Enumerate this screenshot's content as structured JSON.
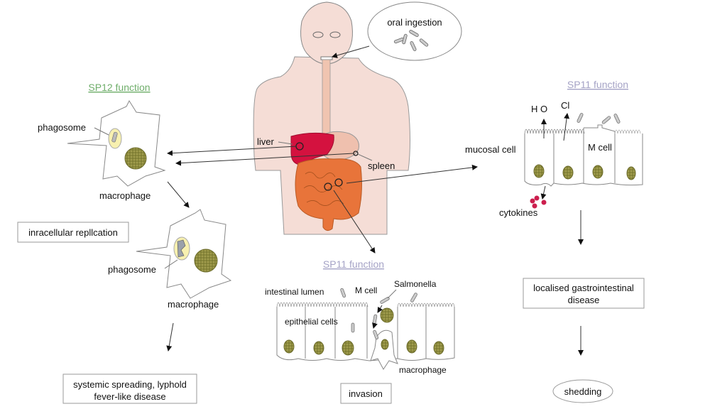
{
  "titles": {
    "sp12_function": "SP12 function",
    "sp11_function_right": "SP11 function",
    "sp11_function_bottom": "SP11 function"
  },
  "colors": {
    "sp12_title": "#6fae6a",
    "sp11_title": "#a5a3c6",
    "skin": "#f5ddd6",
    "liver": "#d4123f",
    "intestine": "#e8743a",
    "nucleus": "#8a8a3a",
    "phagosome": "#f7f0b0",
    "cytokine": "#cc1f4e"
  },
  "body_labels": {
    "oral_ingestion": "oral ingestion",
    "liver": "liver",
    "spleen": "spleen"
  },
  "left_panel": {
    "phagosome_1": "phagosome",
    "macrophage_1": "macrophage",
    "box_replication": "inracellular repllcation",
    "phagosome_2": "phagosome",
    "macrophage_2": "macrophage",
    "box_systemic_line1": "systemic spreading, lyphold",
    "box_systemic_line2": "fever-like disease"
  },
  "right_panel": {
    "h2o": "H O",
    "cl": "Cl",
    "mucosal_cell": "mucosal cell",
    "m_cell": "M cell",
    "cytokines": "cytokines",
    "box_localised_line1": "localised gastrointestinal",
    "box_localised_line2": "disease",
    "oval_shedding": "shedding"
  },
  "bottom_panel": {
    "intestinal_lumen": "intestinal lumen",
    "m_cell": "M cell",
    "salmonella": "Salmonella",
    "epithelial_cells": "epithelial cells",
    "macrophage": "macrophage",
    "box_invasion": "invasion"
  }
}
